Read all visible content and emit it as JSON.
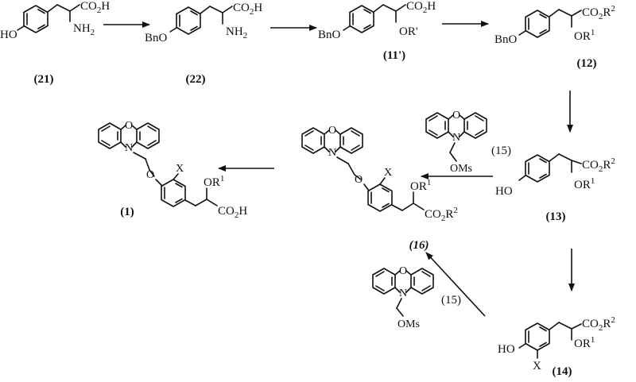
{
  "compounds": [
    {
      "id": "c21",
      "label": "(21)",
      "groups": [
        "HO",
        "CO2H",
        "NH2"
      ]
    },
    {
      "id": "c22",
      "label": "(22)",
      "groups": [
        "BnO",
        "CO2H",
        "NH2"
      ]
    },
    {
      "id": "c11p",
      "label": "(11')",
      "groups": [
        "BnO",
        "CO2H",
        "OR'"
      ]
    },
    {
      "id": "c12",
      "label": "(12)",
      "groups": [
        "BnO",
        "CO2R2",
        "OR1"
      ]
    },
    {
      "id": "c13",
      "label": "(13)",
      "groups": [
        "HO",
        "CO2R2",
        "OR1"
      ]
    },
    {
      "id": "c14",
      "label": "(14)",
      "groups": [
        "HO",
        "X",
        "CO2R2",
        "OR1"
      ]
    },
    {
      "id": "c16",
      "label": "(16)",
      "groups": [
        "O",
        "N",
        "X",
        "OR1",
        "CO2R2"
      ]
    },
    {
      "id": "c1",
      "label": "(1)",
      "groups": [
        "O",
        "N",
        "X",
        "OR1",
        "CO2H"
      ]
    },
    {
      "id": "r15a",
      "label": "(15)",
      "groups": [
        "O",
        "N",
        "OMs"
      ]
    },
    {
      "id": "r15b",
      "label": "(15)",
      "groups": [
        "O",
        "N",
        "OMs"
      ]
    }
  ],
  "text": {
    "ho": "HO",
    "bno": "BnO",
    "co2h": "CO",
    "co2h_sub": "2",
    "co2h_tail": "H",
    "co2r": "CO",
    "co2r_sub": "2",
    "co2r_r": "R",
    "co2r_sup": "2",
    "nh": "NH",
    "nh_sub": "2",
    "orp": "OR'",
    "or": "OR",
    "or_sup": "1",
    "x": "X",
    "o": "O",
    "n": "N",
    "oms": "OMs"
  },
  "arrows": [
    {
      "from": "c21",
      "to": "c22"
    },
    {
      "from": "c22",
      "to": "c11p"
    },
    {
      "from": "c11p",
      "to": "c12"
    },
    {
      "from": "c12",
      "to": "c13"
    },
    {
      "from": "c13",
      "to": "c14"
    },
    {
      "from": "c13",
      "to": "c16",
      "reagent": "r15a"
    },
    {
      "from": "c14",
      "to": "c16",
      "reagent": "r15b"
    },
    {
      "from": "c16",
      "to": "c1"
    }
  ]
}
